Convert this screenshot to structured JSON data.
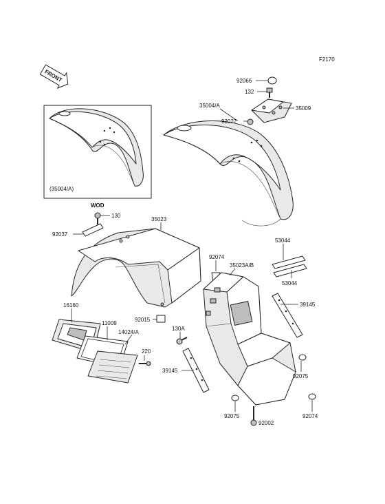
{
  "diagram": {
    "figure_code": "F2170",
    "front_marker": "FRONT",
    "inset": {
      "part_label": "(35004/A)",
      "caption": "WOD"
    },
    "callouts": [
      {
        "id": "c92066",
        "text": "92066"
      },
      {
        "id": "c132",
        "text": "132"
      },
      {
        "id": "c35004a",
        "text": "35004/A"
      },
      {
        "id": "c35009",
        "text": "35009"
      },
      {
        "id": "c92027",
        "text": "92027"
      },
      {
        "id": "c130",
        "text": "130"
      },
      {
        "id": "c92037",
        "text": "92037"
      },
      {
        "id": "c35023",
        "text": "35023"
      },
      {
        "id": "c53044a",
        "text": "53044"
      },
      {
        "id": "c92074a",
        "text": "92074"
      },
      {
        "id": "c35023ab",
        "text": "35023A/B"
      },
      {
        "id": "c53044b",
        "text": "53044"
      },
      {
        "id": "c39145a",
        "text": "39145"
      },
      {
        "id": "c16160",
        "text": "16160"
      },
      {
        "id": "c11009",
        "text": "11009"
      },
      {
        "id": "c92015",
        "text": "92015"
      },
      {
        "id": "c14024a",
        "text": "14024/A"
      },
      {
        "id": "c130a",
        "text": "130A"
      },
      {
        "id": "c220",
        "text": "220"
      },
      {
        "id": "c39145b",
        "text": "39145"
      },
      {
        "id": "c92075a",
        "text": "92075"
      },
      {
        "id": "c92075b",
        "text": "92075"
      },
      {
        "id": "c92074b",
        "text": "92074"
      },
      {
        "id": "c92002",
        "text": "92002"
      }
    ]
  }
}
